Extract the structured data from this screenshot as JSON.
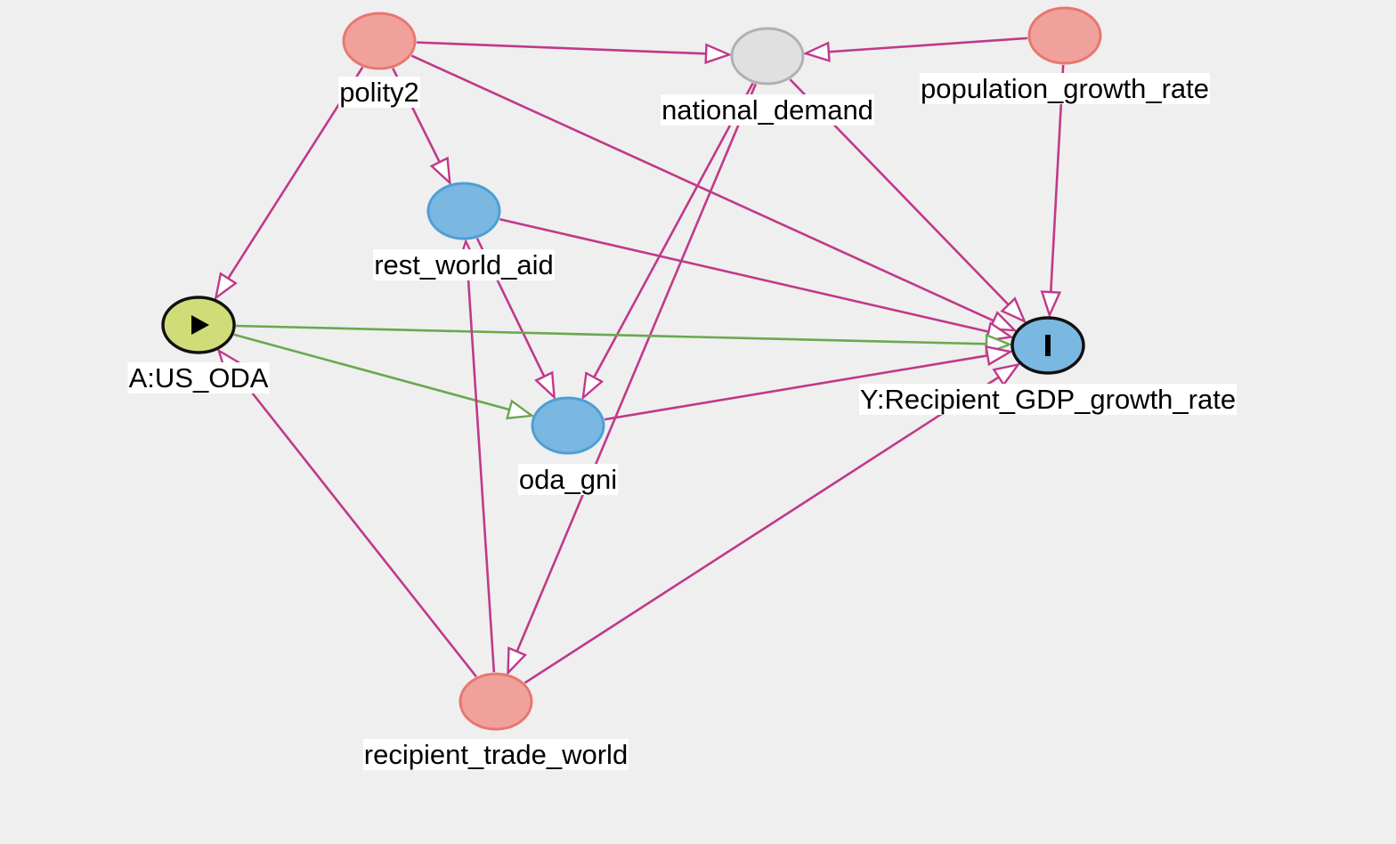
{
  "colors": {
    "background": "#efefef",
    "edge_causal": "#c0398a",
    "edge_exposure": "#6aa84f",
    "node_ancestor_fill": "#f0a19c",
    "node_ancestor_stroke": "#e8776f",
    "node_mediator_fill": "#7ab7e1",
    "node_mediator_stroke": "#4d9fd6",
    "node_unobserved_fill": "#e0e0e0",
    "node_unobserved_stroke": "#b0b0b0",
    "node_exposure_fill": "#d0dc78",
    "node_outcome_fill": "#7ab7e1",
    "node_key_stroke": "#111111"
  },
  "nodes": [
    {
      "id": "polity2",
      "label": "polity2",
      "kind": "ancestor"
    },
    {
      "id": "national_demand",
      "label": "national_demand",
      "kind": "unobserved"
    },
    {
      "id": "population_growth_rate",
      "label": "population_growth_rate",
      "kind": "ancestor"
    },
    {
      "id": "rest_world_aid",
      "label": "rest_world_aid",
      "kind": "mediator"
    },
    {
      "id": "us_oda",
      "label": "A:US_ODA",
      "kind": "exposure",
      "icon": "play-icon"
    },
    {
      "id": "recipient_gdp",
      "label": "Y:Recipient_GDP_growth_rate",
      "kind": "outcome",
      "icon": "bar-icon"
    },
    {
      "id": "oda_gni",
      "label": "oda_gni",
      "kind": "mediator"
    },
    {
      "id": "recipient_trade_world",
      "label": "recipient_trade_world",
      "kind": "ancestor"
    }
  ],
  "edges": [
    {
      "from": "polity2",
      "to": "national_demand",
      "kind": "causal"
    },
    {
      "from": "population_growth_rate",
      "to": "national_demand",
      "kind": "causal"
    },
    {
      "from": "polity2",
      "to": "rest_world_aid",
      "kind": "causal"
    },
    {
      "from": "polity2",
      "to": "us_oda",
      "kind": "causal"
    },
    {
      "from": "polity2",
      "to": "recipient_gdp",
      "kind": "causal"
    },
    {
      "from": "population_growth_rate",
      "to": "recipient_gdp",
      "kind": "causal"
    },
    {
      "from": "national_demand",
      "to": "recipient_gdp",
      "kind": "causal"
    },
    {
      "from": "national_demand",
      "to": "oda_gni",
      "kind": "causal"
    },
    {
      "from": "national_demand",
      "to": "recipient_trade_world",
      "kind": "causal"
    },
    {
      "from": "rest_world_aid",
      "to": "recipient_gdp",
      "kind": "causal"
    },
    {
      "from": "rest_world_aid",
      "to": "oda_gni",
      "kind": "causal"
    },
    {
      "from": "us_oda",
      "to": "recipient_gdp",
      "kind": "exposure"
    },
    {
      "from": "us_oda",
      "to": "oda_gni",
      "kind": "exposure"
    },
    {
      "from": "oda_gni",
      "to": "recipient_gdp",
      "kind": "causal"
    },
    {
      "from": "recipient_trade_world",
      "to": "us_oda",
      "kind": "causal"
    },
    {
      "from": "recipient_trade_world",
      "to": "rest_world_aid",
      "kind": "causal"
    },
    {
      "from": "recipient_trade_world",
      "to": "recipient_gdp",
      "kind": "causal"
    }
  ]
}
